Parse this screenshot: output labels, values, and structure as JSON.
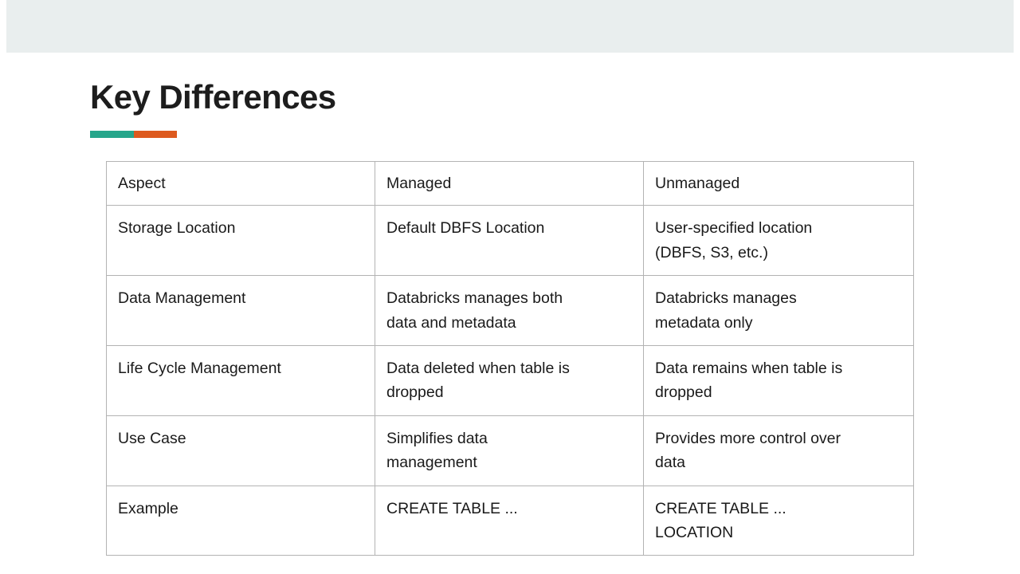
{
  "slide": {
    "title": "Key Differences",
    "accent": {
      "left_color": "#26a68b",
      "right_color": "#dd5a1e"
    },
    "banner_color": "#e9eeee",
    "background_color": "#ffffff",
    "text_color": "#1a1a1a",
    "border_color": "#b3b3b3"
  },
  "table": {
    "columns": [
      "Aspect",
      "Managed",
      "Unmanaged"
    ],
    "rows": [
      {
        "aspect": "Storage Location",
        "managed": [
          "Default DBFS Location"
        ],
        "unmanaged": [
          "User-specified location",
          "(DBFS, S3, etc.)"
        ]
      },
      {
        "aspect": "Data Management",
        "managed": [
          "Databricks manages both",
          "data and metadata"
        ],
        "unmanaged": [
          "Databricks manages",
          "metadata only"
        ]
      },
      {
        "aspect": "Life Cycle Management",
        "managed": [
          "Data deleted when table is",
          "dropped"
        ],
        "unmanaged": [
          "Data remains when table is",
          "dropped"
        ]
      },
      {
        "aspect": "Use Case",
        "managed": [
          "Simplifies data",
          "management"
        ],
        "unmanaged": [
          "Provides more control over",
          "data"
        ]
      },
      {
        "aspect": "Example",
        "managed": [
          "CREATE TABLE ..."
        ],
        "unmanaged": [
          "CREATE TABLE ...",
          "LOCATION"
        ]
      }
    ]
  }
}
